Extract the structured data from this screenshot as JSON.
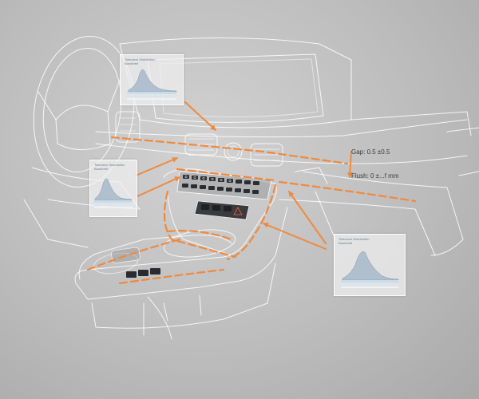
{
  "colors": {
    "background": "#bcbcbd",
    "outline": "#ffffff",
    "arrow": "#ef8a3c",
    "panel_header": "#6d7c8c",
    "curve_fill": "#9fb3c6",
    "bar_blue": "#c8dceb",
    "bar_grey": "#dde4ea"
  },
  "panels": [
    {
      "id": "panel-top",
      "title": "Tolerance Distribution\nBandbreit"
    },
    {
      "id": "panel-left",
      "title": "Tolerance Distribution\nBandbreit"
    },
    {
      "id": "panel-right",
      "title": "Tolerance Distribution\nBandbreit"
    }
  ],
  "annotation": {
    "gap": "Gap: 0.5 ±0.5",
    "flush": "Flush: 0 ±...f mm"
  }
}
